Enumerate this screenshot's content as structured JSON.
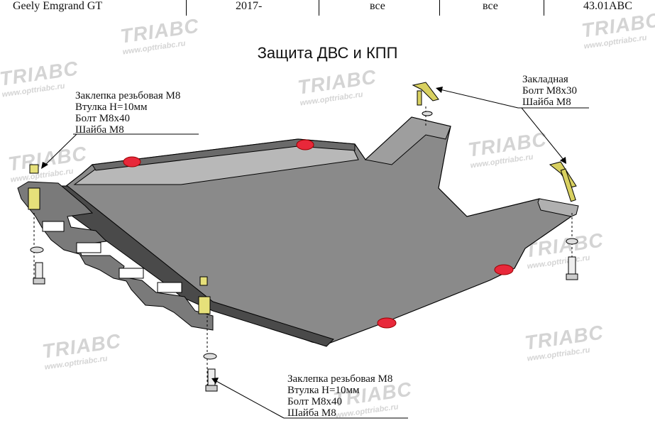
{
  "header": {
    "model": "Geely Emgrand GT",
    "years": "2017-",
    "engine": "все",
    "transmission": "все",
    "code": "43.01ABC"
  },
  "title": "Защита ДВС и КПП",
  "callouts": {
    "top_left": [
      "Заклепка резьбовая М8",
      "Втулка Н=10мм",
      "Болт М8х40",
      "Шайба М8"
    ],
    "top_right": [
      "Закладная",
      "Болт М8х30",
      "Шайба М8"
    ],
    "bottom": [
      "Заклепка резьбовая М8",
      "Втулка Н=10мм",
      "Болт М8х40",
      "Шайба М8"
    ]
  },
  "watermark": {
    "brand": "TRIABC",
    "url": "www.opttriabc.ru"
  },
  "colors": {
    "plate": "#8a8a8a",
    "plate_dark": "#5a5a5a",
    "plate_light": "#c8c8c8",
    "grommet": "#e8283a",
    "bushing": "#e6e07a",
    "embed": "#d8d060",
    "watermark": "#d4d4d4"
  },
  "icons": [
    "red-rubber-grommet",
    "threaded-rivet",
    "bushing",
    "washer",
    "bolt",
    "embedded-nut-plate",
    "callout-arrow"
  ]
}
